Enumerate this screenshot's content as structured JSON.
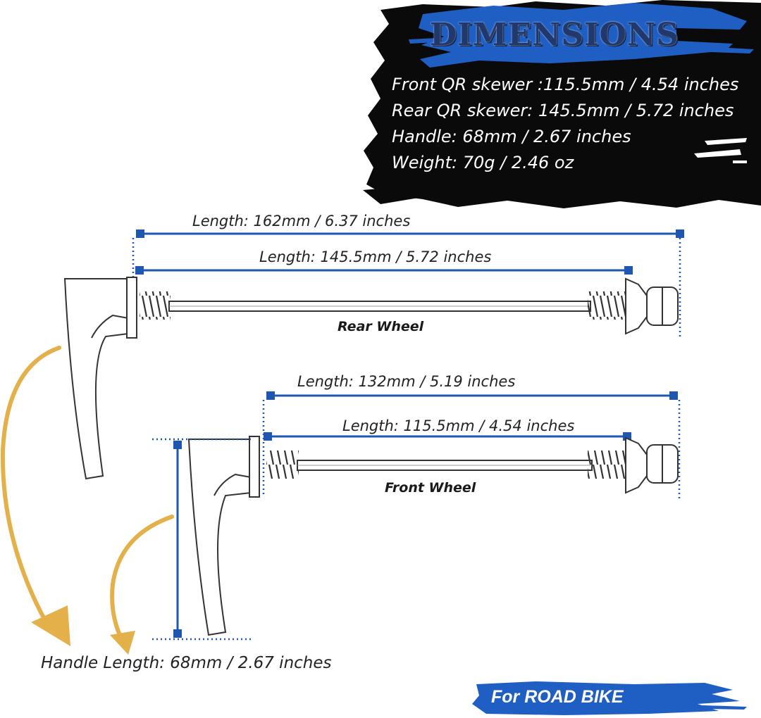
{
  "header": {
    "title": "DIMENSIONS",
    "specs": [
      "Front QR skewer :115.5mm / 4.54 inches",
      "Rear QR skewer: 145.5mm / 5.72 inches",
      "Handle: 68mm / 2.67 inches",
      "Weight: 70g / 2.46 oz"
    ]
  },
  "rear": {
    "overall_label": "Length: 162mm / 6.37 inches",
    "shaft_label": "Length: 145.5mm / 5.72 inches",
    "wheel_label": "Rear Wheel"
  },
  "front": {
    "overall_label": "Length: 132mm / 5.19 inches",
    "shaft_label": "Length: 115.5mm / 4.54 inches",
    "wheel_label": "Front Wheel"
  },
  "handle": {
    "label": "Handle Length: 68mm / 2.67 inches"
  },
  "badge": {
    "label": "For ROAD BIKE"
  },
  "colors": {
    "dimension_blue": "#1f56b0",
    "header_black": "#0a0a0a",
    "header_blue": "#1f5fc4",
    "arrow_gold": "#e4b04a",
    "badge_blue": "#1f5fc4"
  }
}
